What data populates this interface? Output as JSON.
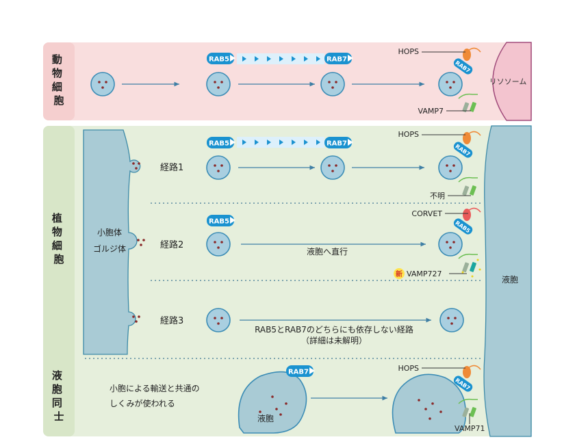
{
  "sections": {
    "animal": {
      "label": "動\n物\n細\n胞"
    },
    "plant": {
      "label": "植\n物\n細\n胞"
    },
    "vacuole_fusion": {
      "label": "液\n胞\n同\n士"
    }
  },
  "animal_row": {
    "rab5": "RAB5",
    "rab7": "RAB7",
    "hops": "HOPS",
    "vamp": "VAMP7",
    "target": "リソソーム"
  },
  "plant_panel": {
    "source_line1": "小胞体",
    "source_line2": "ゴルジ体",
    "vacuole": "液胞",
    "path1": {
      "label": "経路1",
      "rab5": "RAB5",
      "rab7": "RAB7",
      "tether": "HOPS",
      "snare": "不明"
    },
    "path2": {
      "label": "経路2",
      "rab5": "RAB5",
      "direct_text": "液胞へ直行",
      "tether": "CORVET",
      "new_badge": "新",
      "snare": "VAMP727"
    },
    "path3": {
      "label": "経路3",
      "desc1": "RAB5とRAB7のどちらにも依存しない経路",
      "desc2": "（詳細は未解明）"
    }
  },
  "vacuole_row": {
    "desc1": "小胞による輸送と共通の",
    "desc2": "しくみが使われる",
    "rab7": "RAB7",
    "vacuole": "液胞",
    "hops": "HOPS",
    "vamp": "VAMP71"
  },
  "colors": {
    "animal_bg": "#f9dede",
    "animal_label_bg": "#f5cfcf",
    "plant_bg": "#e6efdc",
    "plant_label_bg": "#d8e6c8",
    "vesicle_fill": "#a9cfe0",
    "vesicle_stroke": "#3b8cb5",
    "cargo": "#8a2a2a",
    "rab": "#1a92d0",
    "hops": "#ef8a37",
    "corvet": "#ea5a5a",
    "lysosome": "#f3c4cf",
    "vacuole": "#a9cbd5",
    "snare_green": "#6cbf53"
  }
}
